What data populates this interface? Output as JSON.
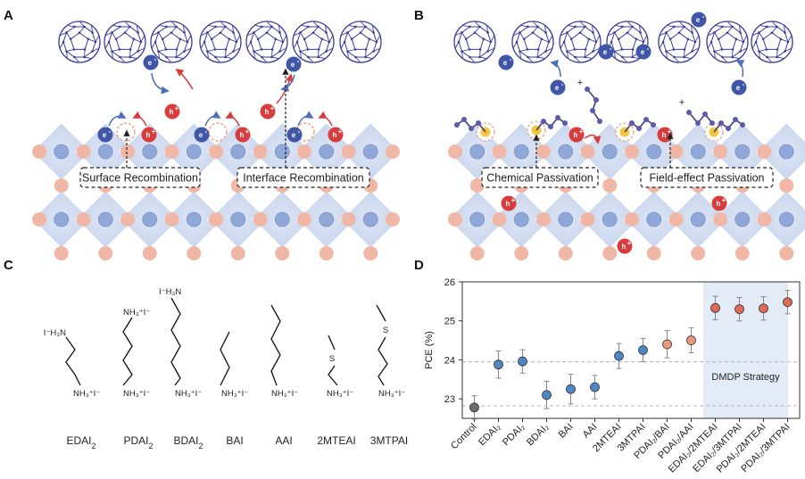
{
  "panels": {
    "a": {
      "label": "A",
      "box_left": "Surface Recombination",
      "box_right": "Interface Recombination"
    },
    "b": {
      "label": "B",
      "box_left": "Chemical Passivation",
      "box_right": "Field-effect Passivation"
    },
    "c": {
      "label": "C"
    },
    "d": {
      "label": "D"
    }
  },
  "charges": {
    "electron": "e",
    "hole": "h",
    "plus": "+"
  },
  "molecules": {
    "names": [
      {
        "base": "EDAI",
        "sub": "2"
      },
      {
        "base": "PDAI",
        "sub": "2"
      },
      {
        "base": "BDAI",
        "sub": "2"
      },
      {
        "base": "BAI",
        "sub": ""
      },
      {
        "base": "AAI",
        "sub": ""
      },
      {
        "base": "2MTEAI",
        "sub": ""
      },
      {
        "base": "3MTPAI",
        "sub": ""
      }
    ],
    "group_top_left": "I⁻H₃N",
    "group_bottom": "NH₃⁺I⁻",
    "group_top_right": "NH₃⁺I⁻",
    "sulfur": "S"
  },
  "chart_data": {
    "type": "scatter",
    "ylabel": "PCE (%)",
    "ylim": [
      22.5,
      26
    ],
    "yticks": [
      23,
      24,
      25,
      26
    ],
    "categories": [
      "Control",
      "EDAI₂",
      "PDAI₂",
      "BDAI₂",
      "BAI",
      "AAI",
      "2MTEAI",
      "3MTPAI",
      "PDAI₂/BAI",
      "PDAI₂/AAI",
      "EDAI₂/2MTEAI",
      "EDAI₂/3MTPAI",
      "PDAI₂/2MTEAI",
      "PDAI₂/3MTPAI"
    ],
    "values": [
      22.78,
      23.88,
      23.96,
      23.1,
      23.25,
      23.3,
      24.1,
      24.25,
      24.4,
      24.5,
      25.33,
      25.3,
      25.32,
      25.48
    ],
    "errors": [
      0.3,
      0.35,
      0.3,
      0.35,
      0.38,
      0.3,
      0.32,
      0.3,
      0.35,
      0.32,
      0.3,
      0.3,
      0.3,
      0.3
    ],
    "groups": [
      "control",
      "single",
      "single",
      "single",
      "single",
      "single",
      "single",
      "single",
      "mixed",
      "mixed",
      "dmdp",
      "dmdp",
      "dmdp",
      "dmdp"
    ],
    "colors": {
      "control": "#6e6e6e",
      "single": "#4f86c6",
      "mixed": "#ea9a7c",
      "dmdp": "#e0695a"
    },
    "reference_lines": [
      22.82,
      23.95
    ],
    "shaded_region_label": "DMDP Strategy",
    "shaded_start_index": 10
  }
}
